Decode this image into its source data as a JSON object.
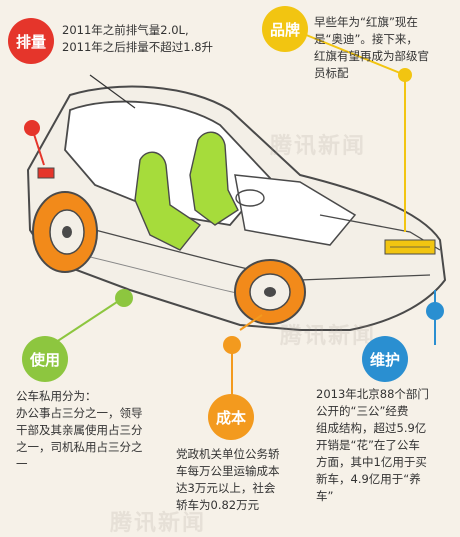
{
  "colors": {
    "emission": "#e5352b",
    "brand": "#f2c511",
    "usage": "#8dc63f",
    "cost": "#f39a1e",
    "maintenance": "#2a8fd1",
    "tire": "#f28a1a",
    "seat": "#a6dc3b",
    "background": "#f6f1e8"
  },
  "emission": {
    "label": "排量",
    "lines": [
      "2011年之前排气量2.0L,",
      "2011年之后排量不超过1.8升"
    ]
  },
  "brand": {
    "label": "品牌",
    "lines": [
      "早些年为“红旗”现在",
      "是“奥迪”。接下来，",
      "红旗有望再成为部级官",
      "员标配"
    ]
  },
  "usage": {
    "label": "使用",
    "lines": [
      "公车私用分为：",
      "办公事占三分之一，领导",
      "干部及其亲属使用占三分",
      "之一，司机私用占三分之",
      "一"
    ]
  },
  "cost": {
    "label": "成本",
    "lines": [
      "党政机关单位公务轿",
      "车每万公里运输成本",
      "达3万元以上，社会",
      "轿车为0.82万元"
    ]
  },
  "maintenance": {
    "label": "维护",
    "lines": [
      "2013年北京88个部门",
      "公开的“三公”经费",
      "组成结构，超过5.9亿",
      "开销是“花”在了公车",
      "方面，其中1亿用于买",
      "新车，4.9亿用于“养",
      "车”"
    ]
  },
  "watermark": "腾讯新闻"
}
